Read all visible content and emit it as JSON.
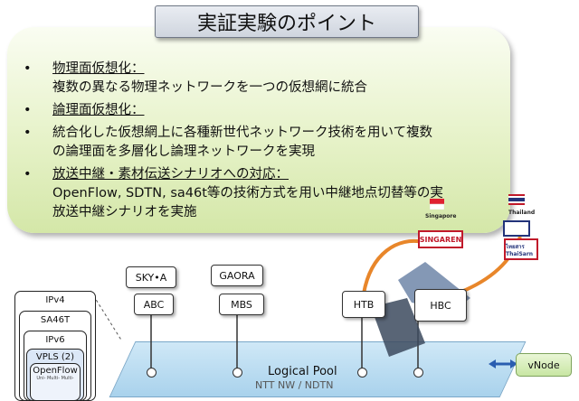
{
  "title": "実証実験のポイント",
  "bullets": [
    {
      "marker": "•",
      "heading": "物理面仮想化：",
      "body": "複数の異なる物理ネットワークを一つの仮想網に統合"
    },
    {
      "marker": "•",
      "heading": "論理面仮想化：",
      "body": ""
    },
    {
      "marker": "•",
      "heading": "",
      "body": "統合化した仮想網上に各種新世代ネットワーク技術を用いて複数\nの論理面を多層化し論理ネットワークを実現"
    },
    {
      "marker": "•",
      "heading": "放送中継・素材伝送シナリオへの対応：",
      "body": "OpenFlow, SDTN, sa46t等の技術方式を用い中継地点切替等の実\n放送中継シナリオを実施"
    }
  ],
  "diagram": {
    "stack_layers": [
      "IPv4",
      "SA46T",
      "IPv6",
      "VPLS (2)",
      "OpenFlow"
    ],
    "stack_footnote": "Uni-  Multi-  Multi-",
    "stations": {
      "sky_a": "SKY•A",
      "abc": "ABC",
      "gaora": "GAORA",
      "mbs": "MBS",
      "htb": "HTB",
      "hbc": "HBC"
    },
    "pool_label": "Logical Pool",
    "pool_sublabel": "NTT NW / NDTN",
    "vnode": "vNode",
    "singapore_label": "Singapore",
    "singaren_logo": "SINGAREN",
    "thailand_label": "Thailand",
    "thaisarn_logo": "ไทยสาร ThaiSarn"
  },
  "colors": {
    "panel_green": "#d4e7a8",
    "pool_blue": "#a9d2ec",
    "link_orange": "#e8862a",
    "logo_red": "#c0192a"
  }
}
